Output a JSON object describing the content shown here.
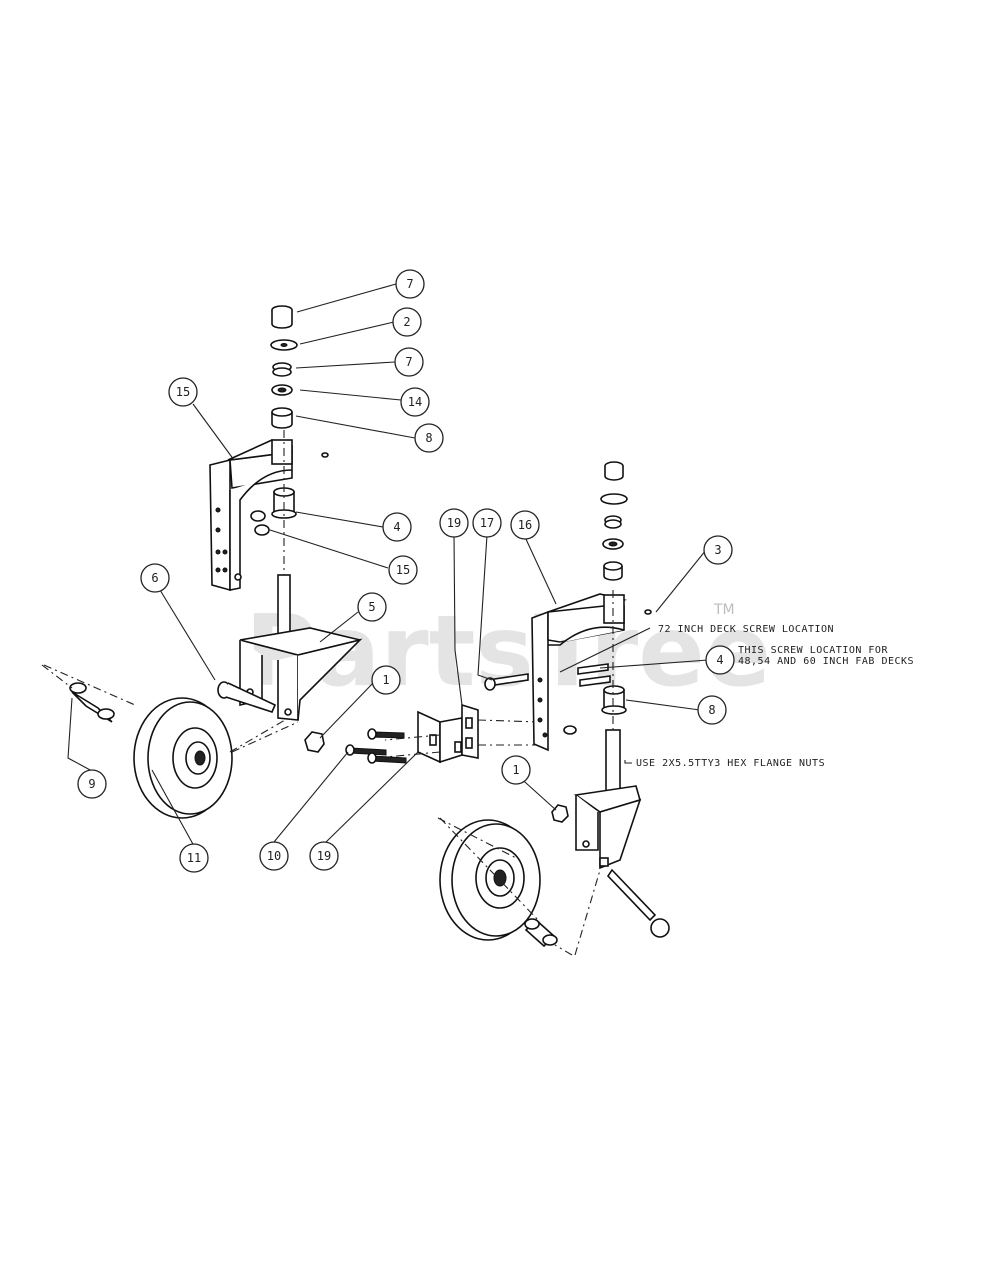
{
  "watermark": {
    "text": "PartsTree",
    "tm": "TM"
  },
  "callouts": [
    {
      "id": "c-7a",
      "label": "7"
    },
    {
      "id": "c-2",
      "label": "2"
    },
    {
      "id": "c-7b",
      "label": "7"
    },
    {
      "id": "c-14",
      "label": "14"
    },
    {
      "id": "c-8a",
      "label": "8"
    },
    {
      "id": "c-15a",
      "label": "15"
    },
    {
      "id": "c-4a",
      "label": "4"
    },
    {
      "id": "c-15b",
      "label": "15"
    },
    {
      "id": "c-6",
      "label": "6"
    },
    {
      "id": "c-5",
      "label": "5"
    },
    {
      "id": "c-1a",
      "label": "1"
    },
    {
      "id": "c-9a",
      "label": "9"
    },
    {
      "id": "c-11",
      "label": "11"
    },
    {
      "id": "c-10",
      "label": "10"
    },
    {
      "id": "c-19a",
      "label": "19"
    },
    {
      "id": "c-19b",
      "label": "19"
    },
    {
      "id": "c-17",
      "label": "17"
    },
    {
      "id": "c-16",
      "label": "16"
    },
    {
      "id": "c-3",
      "label": "3"
    },
    {
      "id": "c-4b",
      "label": "4"
    },
    {
      "id": "c-8b",
      "label": "8"
    },
    {
      "id": "c-1b",
      "label": "1"
    }
  ],
  "notes": {
    "deck72": "72 INCH DECK SCREW LOCATION",
    "screw_line1": "THIS SCREW LOCATION FOR",
    "screw_line2": "48,54 AND 60 INCH FAB DECKS",
    "hex_nuts": "USE 2X5.5TTY3 HEX FLANGE NUTS"
  }
}
